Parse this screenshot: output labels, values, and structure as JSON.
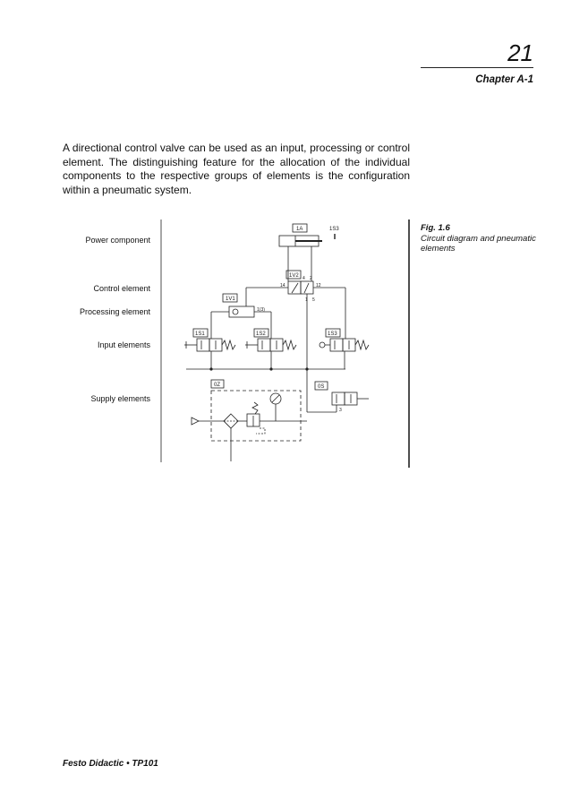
{
  "header": {
    "page_number": "21",
    "chapter": "Chapter A-1"
  },
  "intro_text": "A directional control valve can be used as an input, processing or control element. The distinguishing feature for the allocation of the individual components to the respective groups of elements is the configuration within a pneumatic system.",
  "figure": {
    "number": "Fig. 1.6",
    "caption": "Circuit diagram and pneumatic elements",
    "element_levels": [
      "Power component",
      "Control element",
      "Processing element",
      "Input elements",
      "Supply elements"
    ],
    "component_labels": {
      "cylinder": "1A",
      "limit_sensor": "1S3",
      "final_valve": "1V2",
      "shuttle_valve": "1V1",
      "input_valve_1": "1S1",
      "input_valve_2": "1S2",
      "input_valve_3": "1S3",
      "service_unit": "0Z",
      "shutoff_valve": "0S"
    },
    "port_labels": {
      "port_14": "14",
      "port_12": "12",
      "port_4": "4",
      "port_2": "2",
      "port_1": "1",
      "port_5": "5",
      "port_3": "3",
      "port_1_3": "1(3)"
    }
  },
  "footer": {
    "text": "Festo Didactic • TP101"
  }
}
